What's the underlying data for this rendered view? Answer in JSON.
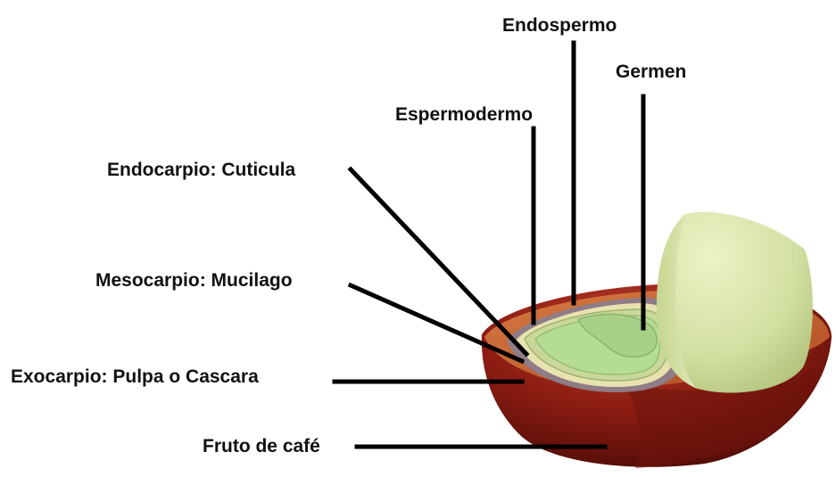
{
  "labels": {
    "endospermo": "Endospermo",
    "germen": "Germen",
    "espermodermo": "Espermodermo",
    "endocarpio": "Endocarpio: Cuticula",
    "mesocarpio": "Mesocarpio: Mucilago",
    "exocarpio": "Exocarpio: Pulpa o Cascara",
    "fruto": "Fruto de café"
  },
  "colors": {
    "fruit_skin": "#8b1c12",
    "fruit_dark": "#5e0f09",
    "pulp": "#c4622e",
    "mucilage_ring": "#8f7c86",
    "parchment": "#e8e2b0",
    "silver_skin": "#c9d89a",
    "endosperm": "#b5dc94",
    "germ": "#a9d089",
    "half_bean": "#d4e1a4",
    "leader_line": "#000000"
  }
}
